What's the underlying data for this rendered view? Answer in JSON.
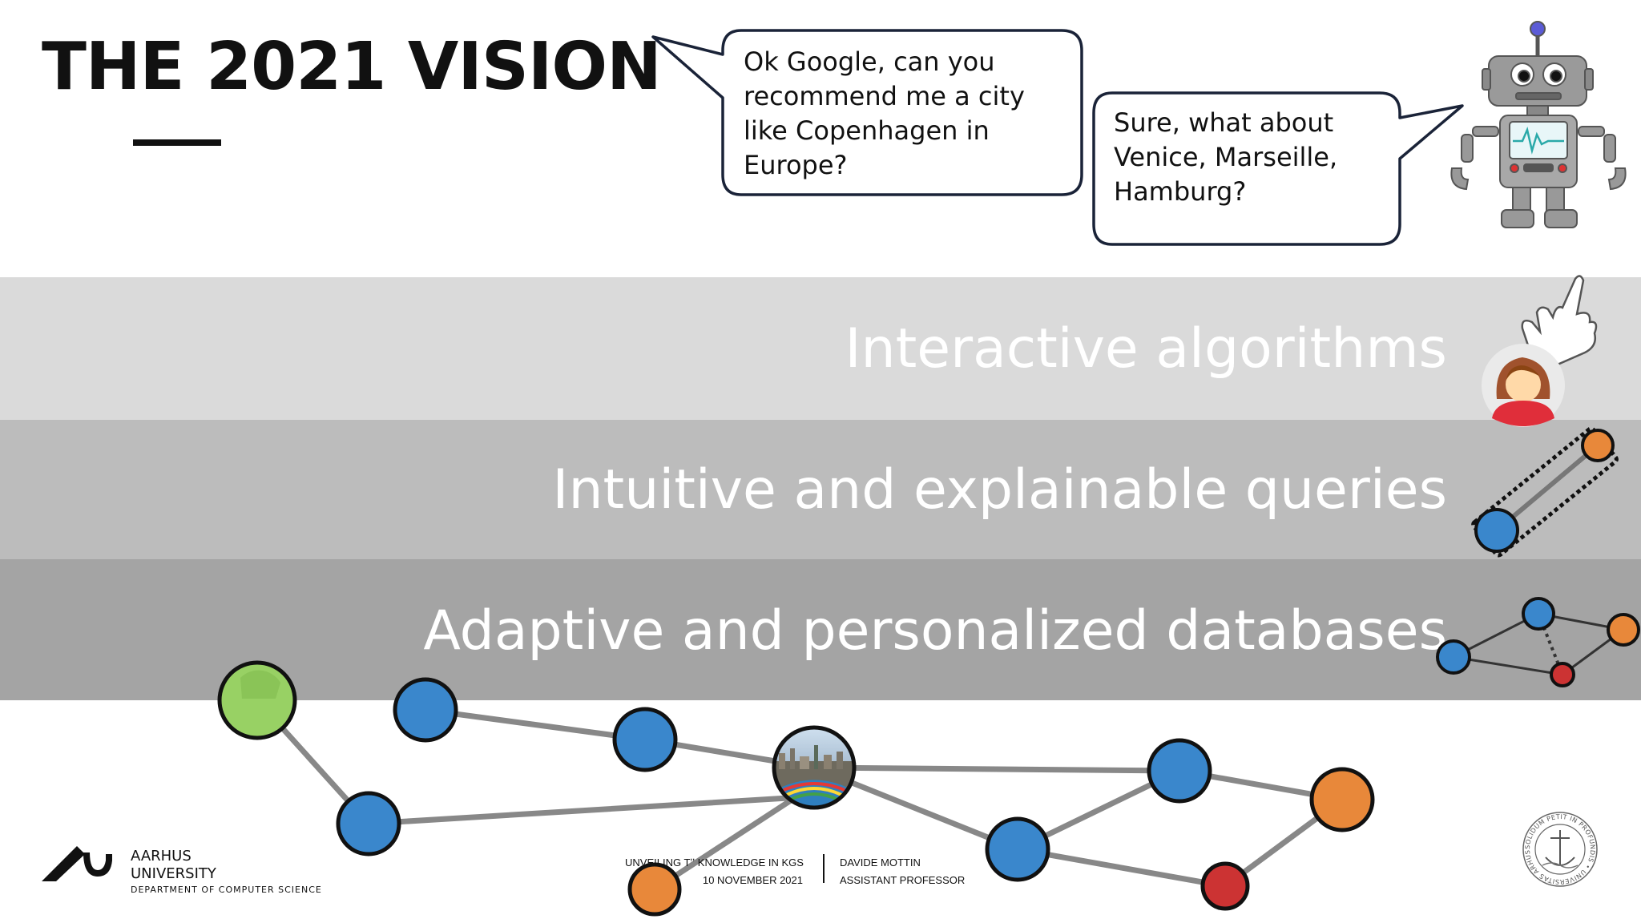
{
  "slide": {
    "title": "THE 2021 VISION",
    "speech": {
      "user": "Ok Google, can you recommend me a city like Copenhagen in Europe?",
      "assistant": "Sure, what about Venice, Marseille, Hamburg?"
    },
    "bands": [
      {
        "label": "Interactive algorithms"
      },
      {
        "label": "Intuitive and explainable queries"
      },
      {
        "label": "Adaptive and personalized databases"
      }
    ]
  },
  "footer": {
    "university": {
      "line1": "AARHUS",
      "line2": "UNIVERSITY",
      "department": "DEPARTMENT OF COMPUTER SCIENCE"
    },
    "talk_title": "UNVEILING Tʼʼ KNOWLEDGE IN KGS",
    "date": "10 NOVEMBER 2021",
    "presenter": "DAVIDE MOTTIN",
    "role": "ASSISTANT PROFESSOR",
    "seal_text": "SOLIDUM PETIT IN PROFUNDIS • UNIVERSITAS ARHUSIENSIS"
  },
  "colors": {
    "node_blue": "#3a87cc",
    "node_orange": "#e8883a",
    "node_red": "#cc3333",
    "node_green": "#98d164",
    "band_light": "#dadada",
    "band_mid": "#bcbcbc",
    "band_dark": "#a4a4a4"
  }
}
